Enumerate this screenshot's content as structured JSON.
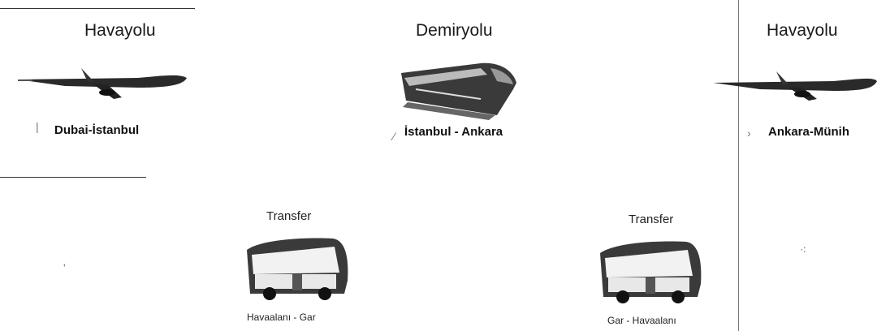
{
  "legs": [
    {
      "mode": "Havayolu",
      "route": "Dubai-İstanbul",
      "icon": "airplane-icon"
    },
    {
      "mode": "Demiryolu",
      "route": "İstanbul - Ankara",
      "icon": "train-icon"
    },
    {
      "mode": "Havayolu",
      "route": "Ankara-Münih",
      "icon": "airplane-icon"
    }
  ],
  "transfers": [
    {
      "label": "Transfer",
      "route": "Havaalanı - Gar",
      "icon": "bus-icon"
    },
    {
      "label": "Transfer",
      "route": "Gar - Havaalanı",
      "icon": "bus-icon"
    }
  ]
}
